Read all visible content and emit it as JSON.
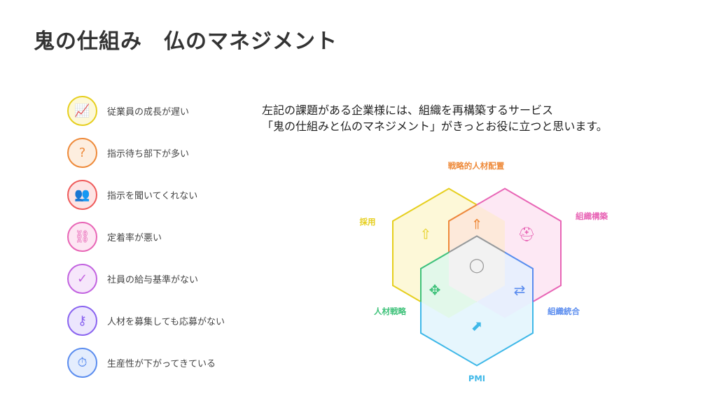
{
  "title": "鬼の仕組み　仏のマネジメント",
  "issues": [
    {
      "label": "従業員の成長が遅い",
      "icon": "presenter-icon",
      "color": "#e6cf1f",
      "bg": "#fdf8d8",
      "glyph": "📈"
    },
    {
      "label": "指示待ち部下が多い",
      "icon": "question-bubble-icon",
      "color": "#ee8a3a",
      "bg": "#fdeedf",
      "glyph": "?"
    },
    {
      "label": "指示を聞いてくれない",
      "icon": "people-screen-icon",
      "color": "#ef5b5b",
      "bg": "#fde4e4",
      "glyph": "👥"
    },
    {
      "label": "定着率が悪い",
      "icon": "broken-link-icon",
      "color": "#e866b6",
      "bg": "#fde6f3",
      "glyph": "⛓"
    },
    {
      "label": "社員の給与基準がない",
      "icon": "user-check-icon",
      "color": "#c263e0",
      "bg": "#f6e6fb",
      "glyph": "✓"
    },
    {
      "label": "人材を募集しても応募がない",
      "icon": "person-key-icon",
      "color": "#8a64f0",
      "bg": "#ece6fd",
      "glyph": "⚷"
    },
    {
      "label": "生産性が下がってきている",
      "icon": "stopwatch-window-icon",
      "color": "#5b8def",
      "bg": "#e4edfd",
      "glyph": "⏱"
    }
  ],
  "description": [
    "左記の課題がある企業様には、組織を再構築するサービス",
    "「鬼の仕組みと仏のマネジメント」がきっとお役に立つと思います。"
  ],
  "diagram": {
    "labels": {
      "strategic_placement": "戦略的人材配置",
      "recruitment": "採用",
      "org_building": "組織構築",
      "hr_strategy": "人材戦略",
      "org_integration": "組織統合",
      "pmi": "PMI"
    },
    "colors": {
      "yellow": "#e6cf1f",
      "pink": "#e866b6",
      "cyan": "#3fb8e8",
      "orange": "#ee8a3a",
      "green": "#3fc27a",
      "blue": "#5b8def",
      "grey": "#9a9a9a"
    }
  }
}
